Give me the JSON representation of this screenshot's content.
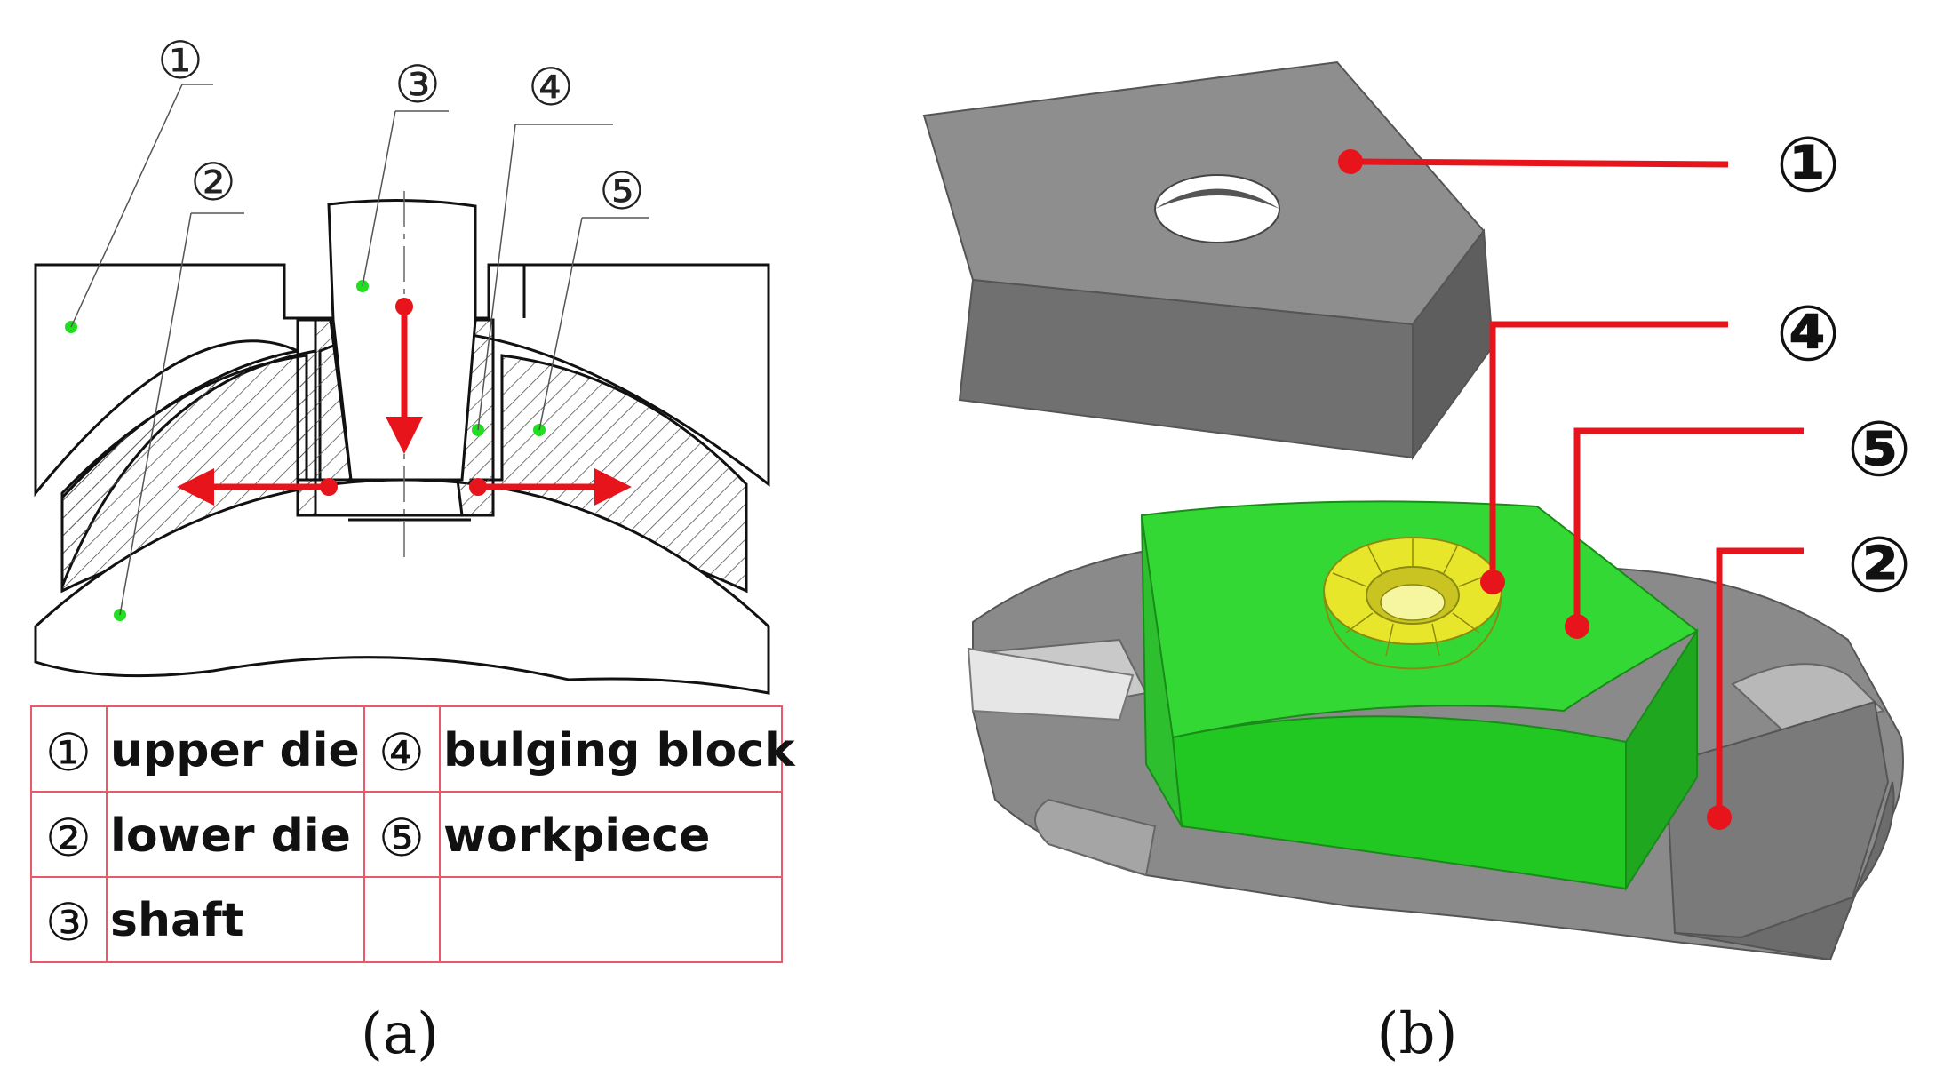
{
  "panel_a": {
    "label": "(a)",
    "callouts": [
      "①",
      "②",
      "③",
      "④",
      "⑤"
    ],
    "legend": [
      [
        {
          "num": "①",
          "text": "upper die"
        },
        {
          "num": "④",
          "text": "bulging block"
        }
      ],
      [
        {
          "num": "②",
          "text": "lower die"
        },
        {
          "num": "⑤",
          "text": "workpiece"
        }
      ],
      [
        {
          "num": "③",
          "text": "shaft"
        },
        {
          "num": "",
          "text": ""
        }
      ]
    ]
  },
  "panel_b": {
    "label": "(b)",
    "callouts": [
      "①",
      "④",
      "⑤",
      "②"
    ]
  },
  "colors": {
    "arrow": "#e8141c",
    "point": "#22dd22",
    "legend_border": "#e85a6a",
    "die_gray": "#7d7d7d",
    "workpiece_green": "#22d822",
    "bulging_yellow": "#e8e62a"
  }
}
